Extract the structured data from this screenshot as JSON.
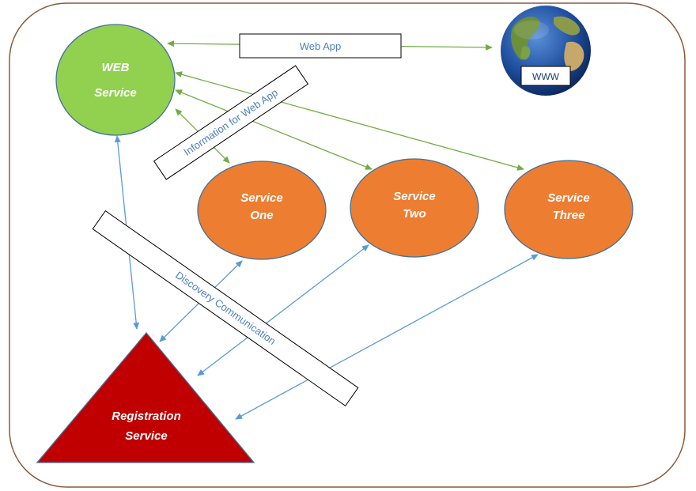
{
  "nodes": {
    "web_service": {
      "line1": "WEB",
      "line2": "Service",
      "color": "#92d050"
    },
    "service_one": {
      "line1": "Service",
      "line2": "One",
      "color": "#ed7d31"
    },
    "service_two": {
      "line1": "Service",
      "line2": "Two",
      "color": "#ed7d31"
    },
    "service_three": {
      "line1": "Service",
      "line2": "Three",
      "color": "#ed7d31"
    },
    "registration": {
      "line1": "Registration",
      "line2": "Service",
      "color": "#c00000"
    },
    "globe": {
      "label": "WWW"
    }
  },
  "labels": {
    "web_app": "Web App",
    "information": "Information for Web App",
    "discovery": "Discovery Communication"
  },
  "colors": {
    "green_arrow": "#70ad47",
    "blue_arrow": "#5b9bd5",
    "frame": "#8b5a3c",
    "label_text": "#4f81bd"
  }
}
